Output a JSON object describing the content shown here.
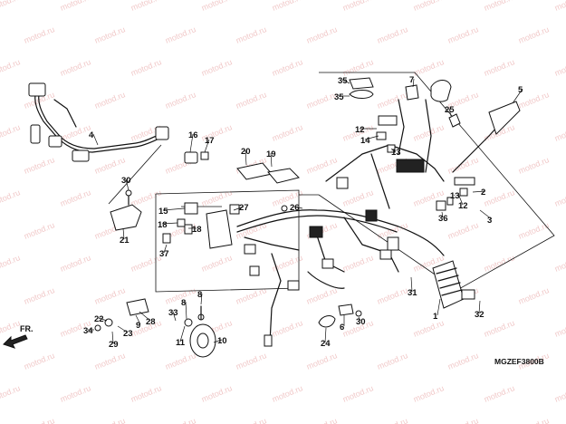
{
  "watermark": "motod.ru",
  "diagram_code": "MGZEF3800B",
  "direction_label": "FR.",
  "callouts": [
    "1",
    "2",
    "3",
    "4",
    "5",
    "6",
    "7",
    "8",
    "9",
    "10",
    "11",
    "12",
    "13",
    "14",
    "15",
    "16",
    "17",
    "18",
    "19",
    "20",
    "21",
    "22",
    "23",
    "24",
    "25",
    "26",
    "27",
    "28",
    "29",
    "30",
    "31",
    "32",
    "33",
    "34",
    "35",
    "36",
    "37"
  ]
}
